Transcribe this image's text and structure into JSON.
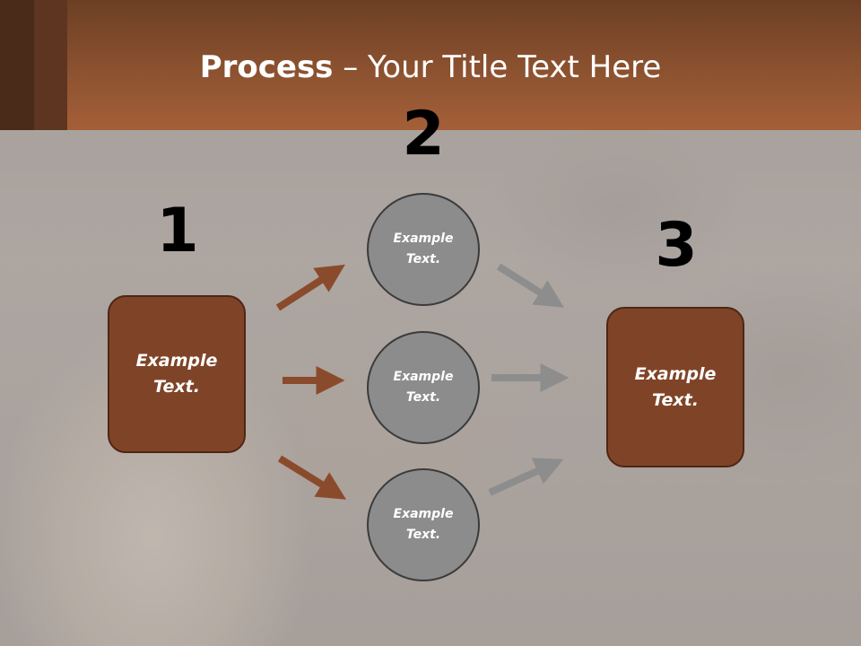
{
  "title": {
    "bold": "Process",
    "rest": " – Your Title Text Here"
  },
  "numbers": [
    "1",
    "2",
    "3"
  ],
  "left_box": {
    "label_line1": "Example",
    "label_line2": "Text."
  },
  "circles": [
    {
      "label_line1": "Example",
      "label_line2": "Text."
    },
    {
      "label_line1": "Example",
      "label_line2": "Text."
    },
    {
      "label_line1": "Example",
      "label_line2": "Text."
    }
  ],
  "right_box": {
    "label_line1": "Example",
    "label_line2": "Text."
  },
  "colors": {
    "header": "#8c5230",
    "box": "#7f4428",
    "circle": "#8c8c8c",
    "arrow_brown": "#8a4b2c",
    "arrow_gray": "#8d8d8d"
  }
}
